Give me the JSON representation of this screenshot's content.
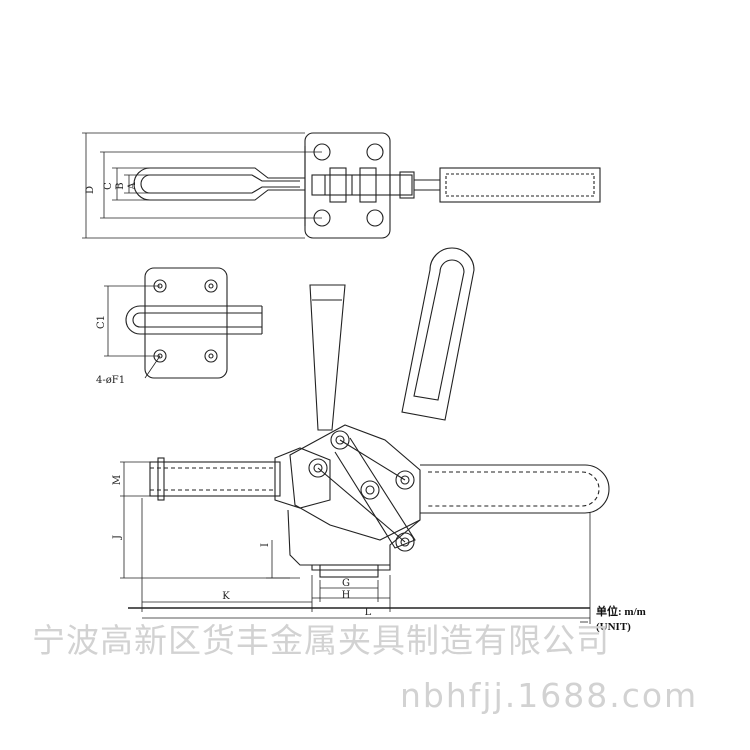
{
  "labels": {
    "A": "A",
    "B": "B",
    "C": "C",
    "D": "D",
    "C1": "C1",
    "F1": "4-øF1",
    "M": "M",
    "J": "J",
    "I": "I",
    "G": "G",
    "H": "H",
    "K": "K",
    "L": "L"
  },
  "unit": {
    "line1": "单位: m/m",
    "line2": "(UNIT)"
  },
  "watermark": {
    "company": "宁波高新区货丰金属夹具制造有限公司",
    "site": "nbhfjj.1688.com"
  }
}
